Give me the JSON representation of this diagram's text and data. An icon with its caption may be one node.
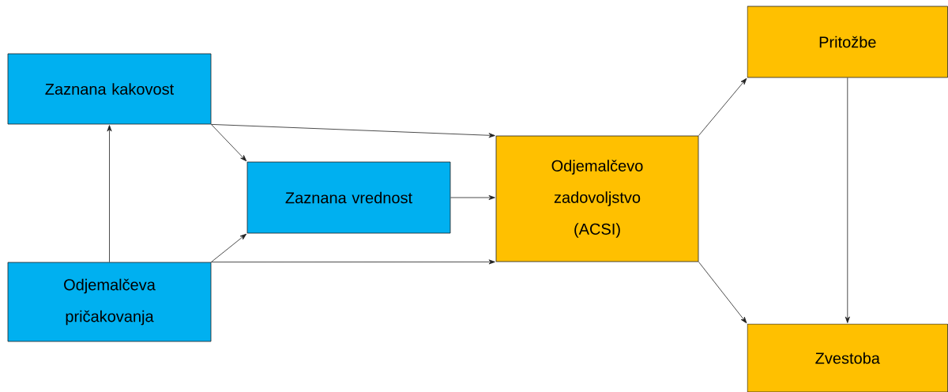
{
  "diagram": {
    "nodes": [
      {
        "text": [
          "Zaznana kakovost"
        ]
      },
      {
        "text": [
          "Zaznana vrednost"
        ]
      },
      {
        "text": [
          "Odjemalčeva pričakovanja"
        ]
      },
      {
        "text": [
          "Odjemalčevo zadovoljstvo (ACSI)"
        ]
      },
      {
        "text": [
          "Pritožbe"
        ]
      },
      {
        "text": [
          "Zvestoba"
        ]
      }
    ],
    "edges": [
      {
        "from": 2,
        "to": 0,
        "arrow": "to"
      },
      {
        "from": 0,
        "to": 1,
        "arrow": "to"
      },
      {
        "from": 0,
        "to": 3,
        "arrow": "to"
      },
      {
        "from": 2,
        "to": 1,
        "arrow": "to"
      },
      {
        "from": 1,
        "to": 3,
        "arrow": "to"
      },
      {
        "from": 2,
        "to": 3,
        "arrow": "to"
      },
      {
        "from": 3,
        "to": 4,
        "arrow": "to"
      },
      {
        "from": 3,
        "to": 5,
        "arrow": "to"
      },
      {
        "from": 4,
        "to": 5,
        "arrow": "to"
      }
    ]
  }
}
